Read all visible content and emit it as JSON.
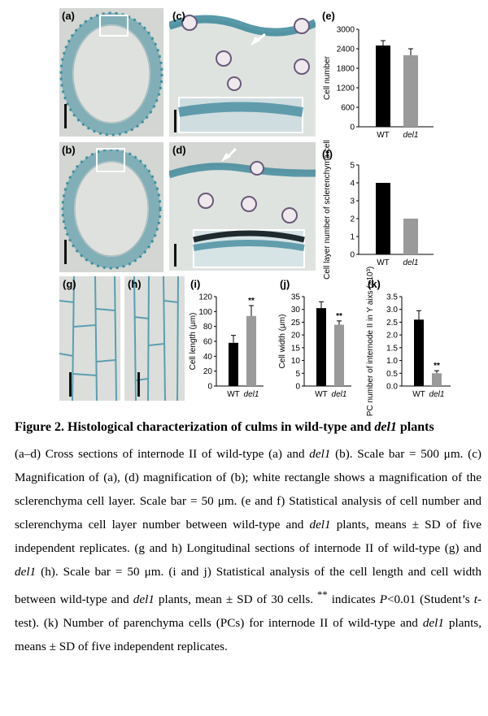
{
  "panel_labels": {
    "a": "(a)",
    "b": "(b)",
    "c": "(c)",
    "d": "(d)",
    "e": "(e)",
    "f": "(f)",
    "g": "(g)",
    "h": "(h)",
    "i": "(i)",
    "j": "(j)",
    "k": "(k)"
  },
  "colors": {
    "wt_bar": "#000000",
    "del1_bar": "#9a9a9a",
    "stain": "#3f8fa1",
    "tissue_bg": "#d3d6d2"
  },
  "chart_data": [
    {
      "id": "e",
      "type": "bar",
      "categories": [
        "WT",
        "del1"
      ],
      "values": [
        2500,
        2200
      ],
      "errors": [
        150,
        200
      ],
      "ylabel": "Cell number",
      "yticks": [
        0,
        600,
        1200,
        1800,
        2400,
        3000
      ],
      "ylim": [
        0,
        3000
      ],
      "significance": [
        "",
        ""
      ]
    },
    {
      "id": "f",
      "type": "bar",
      "categories": [
        "WT",
        "del1"
      ],
      "values": [
        4,
        2
      ],
      "errors": [
        0,
        0
      ],
      "ylabel": "Cell layer number of sclerenchyma cell",
      "yticks": [
        0,
        1,
        2,
        3,
        4,
        5
      ],
      "ylim": [
        0,
        5
      ],
      "significance": [
        "",
        ""
      ]
    },
    {
      "id": "i",
      "type": "bar",
      "categories": [
        "WT",
        "del1"
      ],
      "values": [
        58,
        94
      ],
      "errors": [
        10,
        14
      ],
      "ylabel": "Cell length (μm)",
      "yticks": [
        0,
        20,
        40,
        60,
        80,
        100,
        120
      ],
      "ylim": [
        0,
        120
      ],
      "significance": [
        "",
        "**"
      ]
    },
    {
      "id": "j",
      "type": "bar",
      "categories": [
        "WT",
        "del1"
      ],
      "values": [
        30.5,
        24
      ],
      "errors": [
        2.5,
        1.5
      ],
      "ylabel": "Cell width (μm)",
      "yticks": [
        0,
        5,
        10,
        15,
        20,
        25,
        30,
        35
      ],
      "ylim": [
        0,
        35
      ],
      "significance": [
        "",
        "**"
      ]
    },
    {
      "id": "k",
      "type": "bar",
      "categories": [
        "WT",
        "del1"
      ],
      "values": [
        2.6,
        0.5
      ],
      "errors": [
        0.35,
        0.1
      ],
      "ylabel": "PC number of internode II in Y aixs (×10³)",
      "yticks": [
        0,
        0.5,
        1.0,
        1.5,
        2.0,
        2.5,
        3.0,
        3.5
      ],
      "ytick_labels": [
        "0.0",
        "0.5",
        "1.0",
        "1.5",
        "2.0",
        "2.5",
        "3.0",
        "3.5"
      ],
      "ylim": [
        0,
        3.5
      ],
      "significance": [
        "",
        "**"
      ]
    }
  ],
  "caption": {
    "title_prefix": "Figure 2. Histological characterization of culms in wild-type and ",
    "title_gene": "del1",
    "title_suffix": " plants",
    "p1": "(a–d) Cross sections of internode II of wild-type (a) and ",
    "p2": " (b). Scale bar = 500 μm. (c) Magnification of (a), (d) magnification of (b); white rectangle shows a magnification of the sclerenchyma cell layer. Scale bar = 50 μm. (e and f) Statistical analysis of cell number and sclerenchyma cell layer number between wild-type and ",
    "p3": " plants, means ± SD of five independent replicates. (g and h) Longitudinal sections of internode II of wild-type (g) and ",
    "p4": " (h). Scale bar = 50 μm. (i and j) Statistical analysis of the cell length and cell width between wild-type and ",
    "p5": " plants, mean ± SD of 30 cells. ",
    "stars": "**",
    "p6": " indicates ",
    "p_italic": "P",
    "p7": "<0.01 (Student’s ",
    "t_italic": "t",
    "p8": "-test). (k) Number of parenchyma cells (PCs) for internode II of wild-type and ",
    "p9": " plants, means ± SD of five independent replicates.",
    "gene": "del1"
  }
}
